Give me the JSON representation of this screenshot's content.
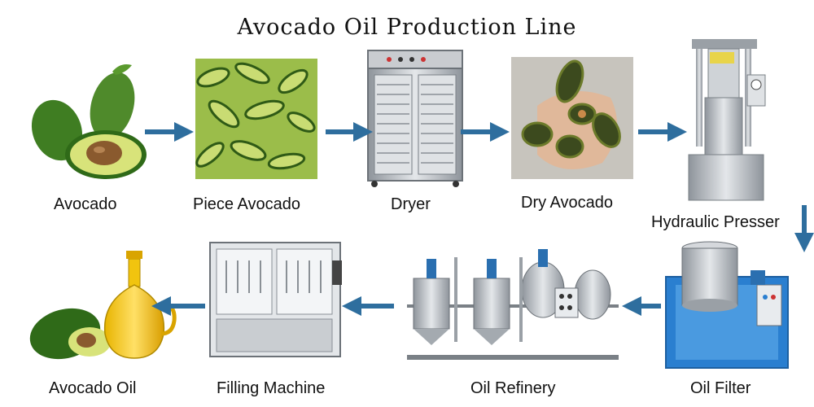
{
  "title": "Avocado Oil Production Line",
  "steps": [
    {
      "label": "Avocado",
      "icon": "avocado-icon"
    },
    {
      "label": "Piece Avocado",
      "icon": "sliced-avocado-photo"
    },
    {
      "label": "Dryer",
      "icon": "dryer-cabinet-icon"
    },
    {
      "label": "Dry Avocado",
      "icon": "dried-avocado-photo"
    },
    {
      "label": "Hydraulic Presser",
      "icon": "hydraulic-press-icon"
    },
    {
      "label": "Oil Filter",
      "icon": "oil-filter-machine-icon"
    },
    {
      "label": "Oil Refinery",
      "icon": "oil-refinery-icon"
    },
    {
      "label": "Filling Machine",
      "icon": "filling-machine-icon"
    },
    {
      "label": "Avocado Oil",
      "icon": "avocado-oil-bottle-icon"
    }
  ],
  "colors": {
    "arrow": "#2e6e9e",
    "avocado_green": "#4f8a2b",
    "steel": "#b8bcc2"
  }
}
